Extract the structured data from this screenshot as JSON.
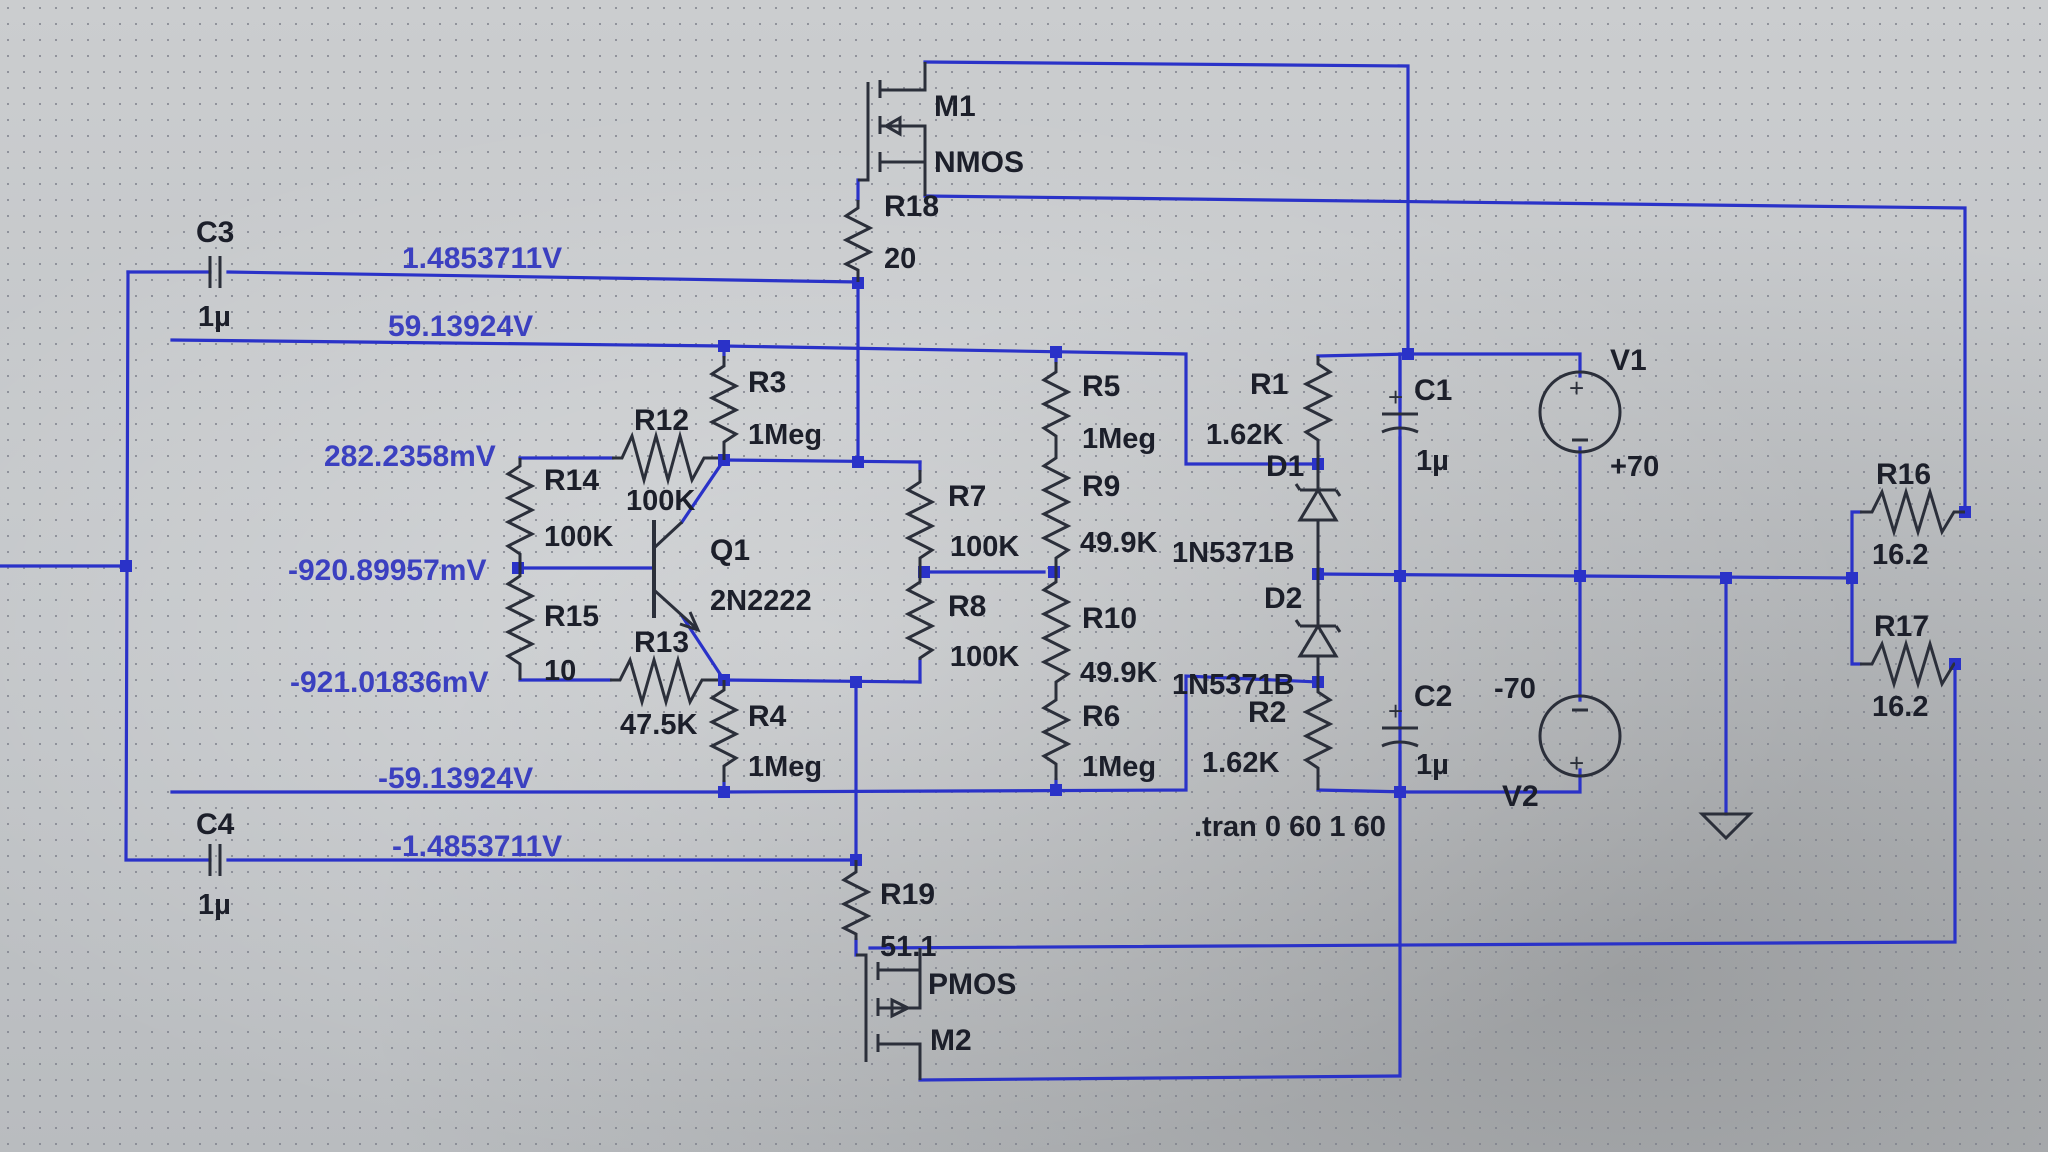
{
  "schematic": {
    "components": {
      "M1": {
        "name": "M1",
        "model": "NMOS"
      },
      "M2": {
        "name": "M2",
        "model": "PMOS"
      },
      "R18": {
        "name": "R18",
        "value": "20"
      },
      "R19": {
        "name": "R19",
        "value": "51.1"
      },
      "C3": {
        "name": "C3",
        "value": "1µ"
      },
      "C4": {
        "name": "C4",
        "value": "1µ"
      },
      "C1": {
        "name": "C1",
        "value": "1µ"
      },
      "C2": {
        "name": "C2",
        "value": "1µ"
      },
      "R3": {
        "name": "R3",
        "value": "1Meg"
      },
      "R4": {
        "name": "R4",
        "value": "1Meg"
      },
      "R12": {
        "name": "R12",
        "value": "100K"
      },
      "R13": {
        "name": "R13",
        "value": "47.5K"
      },
      "R14": {
        "name": "R14",
        "value": "100K"
      },
      "R15": {
        "name": "R15",
        "value": "10"
      },
      "Q1": {
        "name": "Q1",
        "model": "2N2222"
      },
      "R5": {
        "name": "R5",
        "value": "1Meg"
      },
      "R6": {
        "name": "R6",
        "value": "1Meg"
      },
      "R7": {
        "name": "R7",
        "value": "100K"
      },
      "R8": {
        "name": "R8",
        "value": "100K"
      },
      "R9": {
        "name": "R9",
        "value": "49.9K"
      },
      "R10": {
        "name": "R10",
        "value": "49.9K"
      },
      "R1": {
        "name": "R1",
        "value": "1.62K"
      },
      "R2": {
        "name": "R2",
        "value": "1.62K"
      },
      "D1": {
        "name": "D1",
        "model": "1N5371B"
      },
      "D2": {
        "name": "D2",
        "model": "1N5371B"
      },
      "V1": {
        "name": "V1",
        "value": "+70"
      },
      "V2": {
        "name": "V2",
        "value": "-70"
      },
      "R16": {
        "name": "R16",
        "value": "16.2"
      },
      "R17": {
        "name": "R17",
        "value": "16.2"
      }
    },
    "net_labels": {
      "c3_node": "1.4853711V",
      "pos_rail": "59.13924V",
      "r14_top": "282.2358mV",
      "base_node": "-920.89957mV",
      "r15_bottom": "-921.01836mV",
      "neg_rail": "-59.13924V",
      "c4_node": "-1.4853711V"
    },
    "directive": ".tran 0 60 1 60"
  }
}
